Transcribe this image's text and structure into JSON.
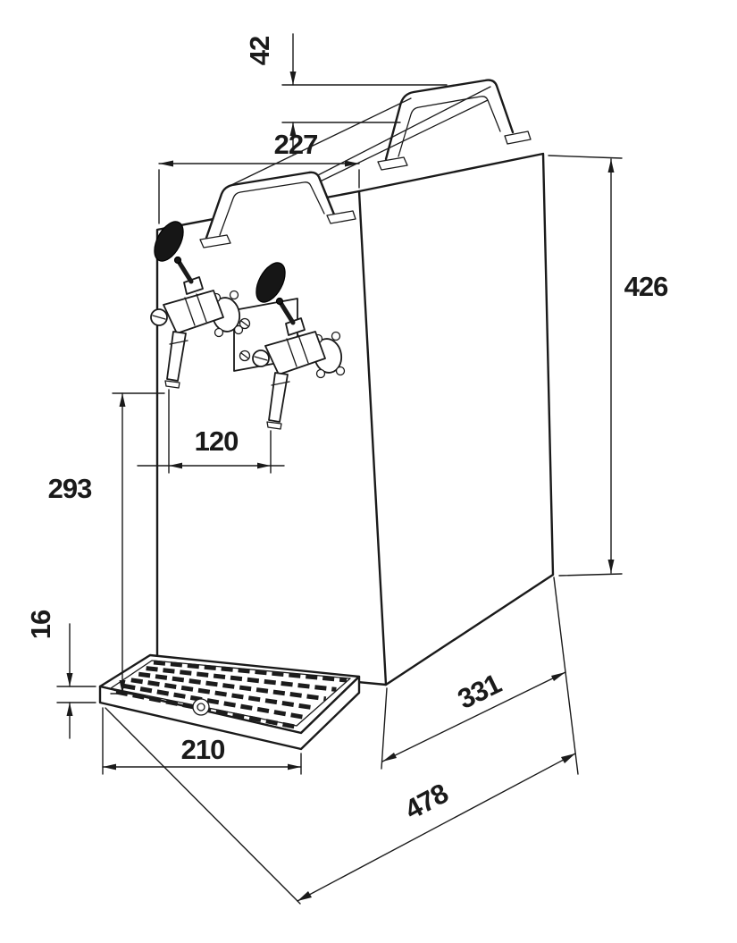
{
  "drawing": {
    "kind": "dimensioned technical line drawing",
    "subject": "two-tap countertop beer dispenser with carry handle and drip tray"
  },
  "dims": {
    "handle_height": "42",
    "front_width": "227",
    "body_height": "426",
    "tap_spacing": "120",
    "spout_to_drip_tray": "293",
    "drip_tray_thickness": "16",
    "body_depth": "331",
    "drip_tray_width": "210",
    "total_depth": "478"
  },
  "colors": {
    "line": "#1a1a1a",
    "background": "#ffffff",
    "tap_grip": "#161616"
  }
}
